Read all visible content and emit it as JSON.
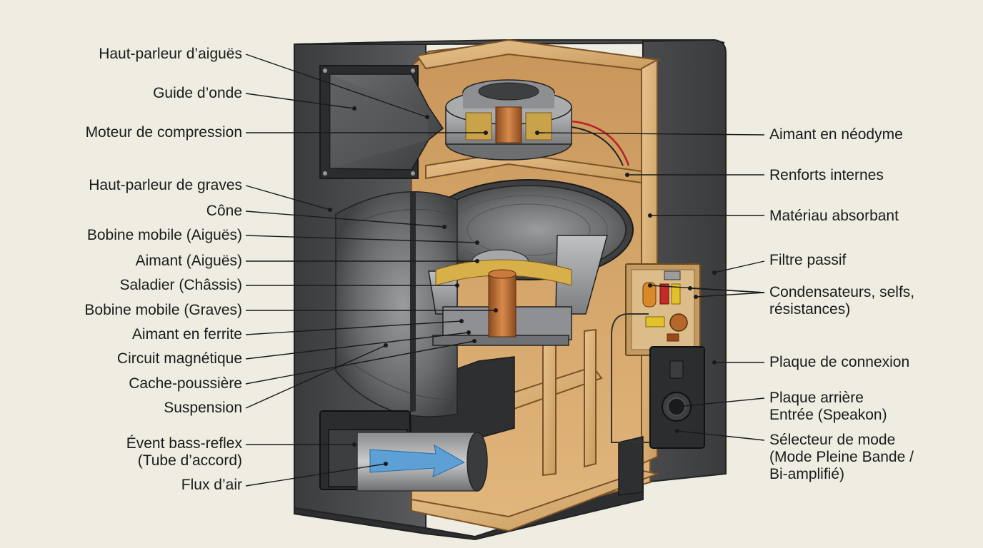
{
  "labels_left": [
    {
      "id": "tweeter",
      "text": "Haut-parleur d’aiguës"
    },
    {
      "id": "waveguide",
      "text": "Guide d’onde"
    },
    {
      "id": "compression-driver",
      "text": "Moteur de compression"
    },
    {
      "id": "woofer",
      "text": "Haut-parleur de graves"
    },
    {
      "id": "cone",
      "text": "Cône"
    },
    {
      "id": "voice-coil-hf",
      "text": "Bobine mobile (Aiguës)"
    },
    {
      "id": "magnet-hf",
      "text": "Aimant (Aiguës)"
    },
    {
      "id": "basket",
      "text": "Saladier (Châssis)"
    },
    {
      "id": "voice-coil-lf",
      "text": "Bobine mobile (Graves)"
    },
    {
      "id": "ferrite-magnet",
      "text": "Aimant en ferrite"
    },
    {
      "id": "magnetic-circuit",
      "text": "Circuit magnétique"
    },
    {
      "id": "dust-cap",
      "text": "Cache-poussière"
    },
    {
      "id": "surround",
      "text": "Suspension"
    },
    {
      "id": "bass-reflex-port",
      "lines": [
        "Évent bass-reflex",
        "(Tube d’accord)"
      ]
    },
    {
      "id": "airflow",
      "text": "Flux d’air"
    }
  ],
  "labels_right": [
    {
      "id": "neodymium-magnet",
      "text": "Aimant en néodyme"
    },
    {
      "id": "internal-bracing",
      "text": "Renforts internes"
    },
    {
      "id": "damping-material",
      "text": "Matériau absorbant"
    },
    {
      "id": "crossover",
      "text": "Filtre passif"
    },
    {
      "id": "components",
      "lines": [
        "Condensateurs, selfs,",
        "résistances)"
      ]
    },
    {
      "id": "connection-plate",
      "text": "Plaque de connexion"
    },
    {
      "id": "rear-plate",
      "lines": [
        "Plaque arrière",
        "Entrée (Speakon)"
      ]
    },
    {
      "id": "mode-selector",
      "lines": [
        "Sélecteur de mode",
        "(Mode Pleine Bande /",
        "Bi-amplifié)"
      ]
    }
  ]
}
